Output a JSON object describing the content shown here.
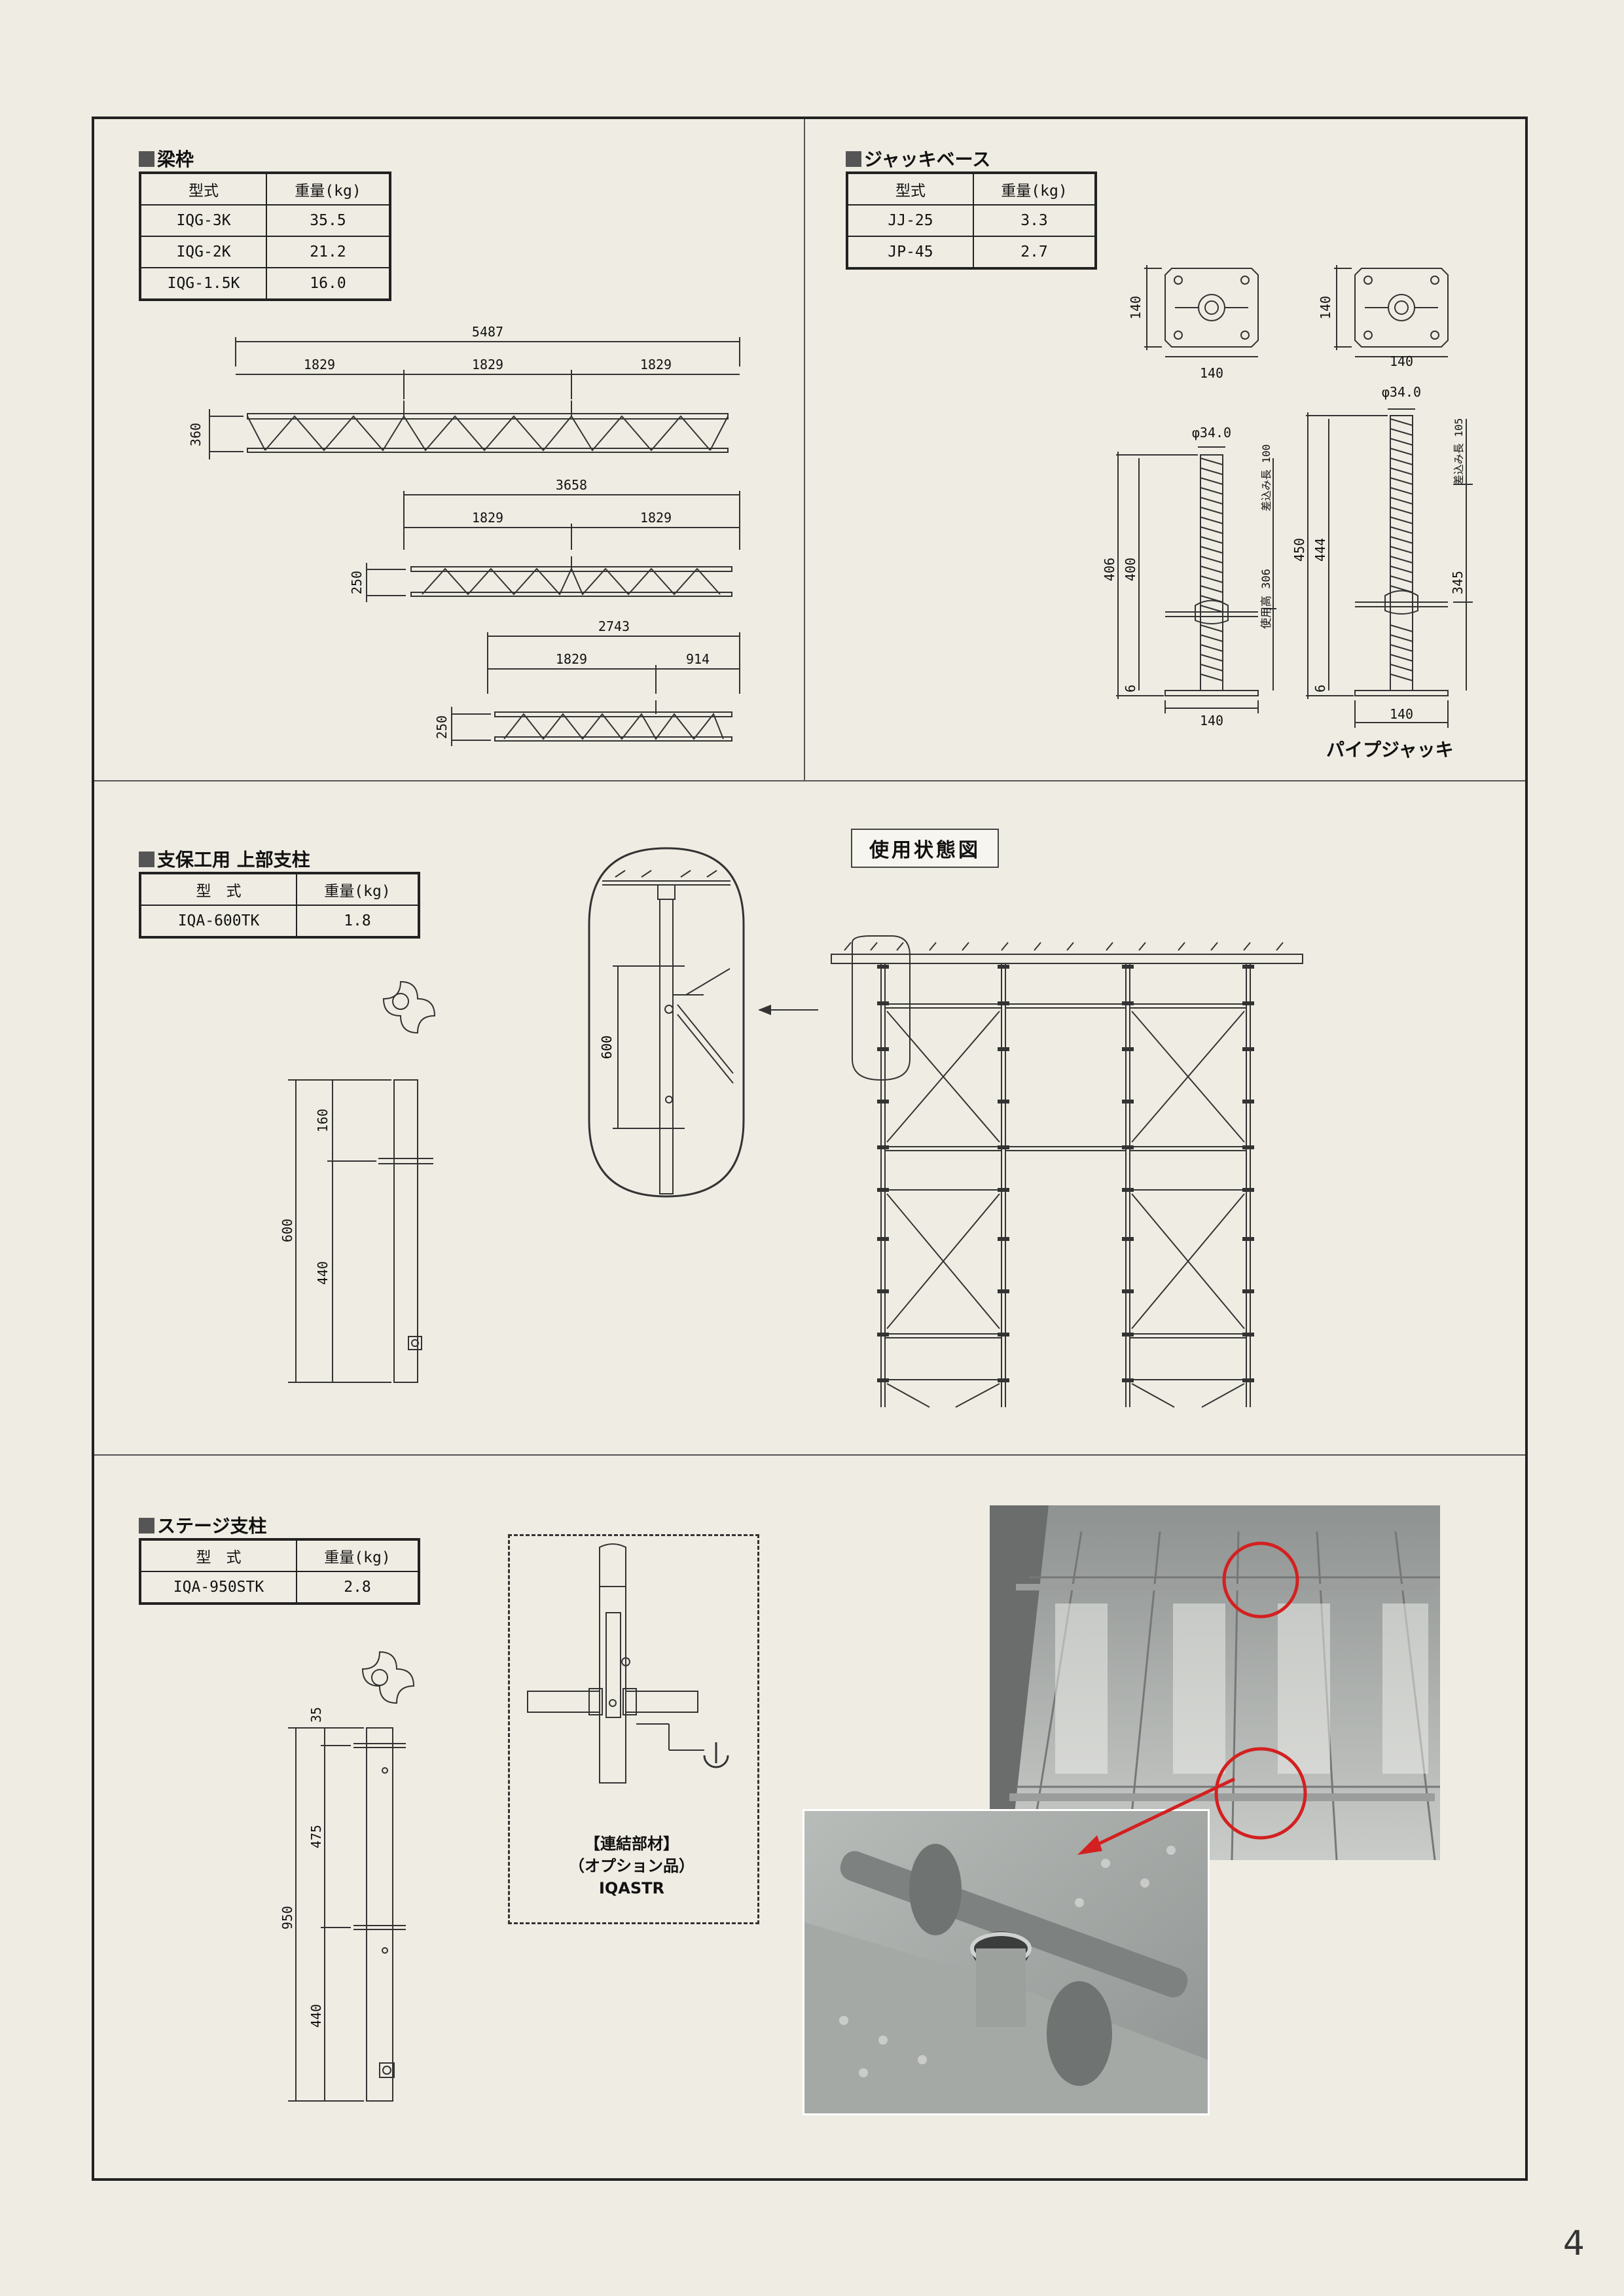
{
  "sections": {
    "beam": {
      "title": "梁枠",
      "headers": [
        "型式",
        "重量(kg)"
      ],
      "rows": [
        [
          "IQG-3K",
          "35.5"
        ],
        [
          "IQG-2K",
          "21.2"
        ],
        [
          "IQG-1.5K",
          "16.0"
        ]
      ],
      "dims": {
        "total_3k": "5487",
        "span": "1829",
        "h_3k": "360",
        "total_2k": "3658",
        "h_2k": "250",
        "total_15k": "2743",
        "half": "914",
        "h_15k": "250"
      }
    },
    "jack": {
      "title": "ジャッキベース",
      "headers": [
        "型式",
        "重量(kg)"
      ],
      "rows": [
        [
          "JJ-25",
          "3.3"
        ],
        [
          "JP-45",
          "2.7"
        ]
      ],
      "dims": {
        "plate": "140",
        "dia": "φ34.0",
        "h406": "406",
        "h400": "400",
        "h6": "6",
        "h450": "450",
        "h444": "444",
        "h345": "345",
        "use_h": "使用高 306",
        "insert": "差込み長 100",
        "insert2": "差込み長 105"
      },
      "pipe_jack_label": "パイプジャッキ"
    },
    "upper_post": {
      "title": "支保工用 上部支柱",
      "headers": [
        "型　式",
        "重量(kg)"
      ],
      "rows": [
        [
          "IQA-600TK",
          "1.8"
        ]
      ],
      "dims": {
        "h600": "600",
        "h160": "160",
        "h440": "440"
      }
    },
    "usage": {
      "label": "使用状態図"
    },
    "stage_post": {
      "title": "ステージ支柱",
      "headers": [
        "型　式",
        "重量(kg)"
      ],
      "rows": [
        [
          "IQA-950STK",
          "2.8"
        ]
      ],
      "dims": {
        "h950": "950",
        "h35": "35",
        "h475": "475",
        "h440": "440"
      }
    },
    "connector": {
      "line1": "【連結部材】",
      "line2": "（オプション品）",
      "line3": "IQASTR"
    }
  },
  "colors": {
    "background": "#efece3",
    "frame": "#222222",
    "highlight_circle": "#d42020"
  },
  "page_number": "4"
}
